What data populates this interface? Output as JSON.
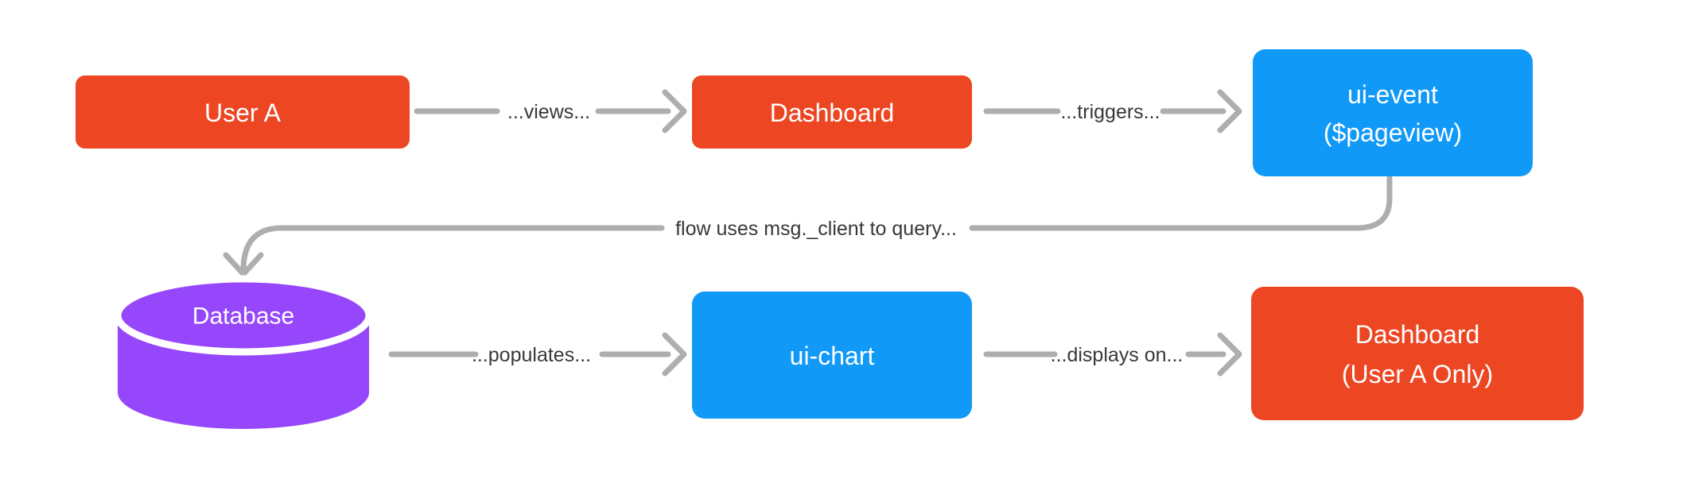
{
  "diagram": {
    "background": "#ffffff",
    "colors": {
      "orange": "#EC4623",
      "blue": "#1199F8",
      "purple": "#9747FB",
      "connector": "#AEAEAE",
      "edge_text": "#383838",
      "node_text": "#FFFFFF",
      "cylinder_divider": "#FFFFFF"
    },
    "nodes": {
      "user_a": {
        "label": "User A"
      },
      "dashboard": {
        "label": "Dashboard"
      },
      "ui_event": {
        "label_line1": "ui-event",
        "label_line2": "($pageview)"
      },
      "database": {
        "label": "Database"
      },
      "ui_chart": {
        "label": "ui-chart"
      },
      "dashboard_user_a": {
        "label_line1": "Dashboard",
        "label_line2": "(User A Only)"
      }
    },
    "connectors": {
      "views": {
        "label": "...views..."
      },
      "triggers": {
        "label": "...triggers..."
      },
      "query": {
        "label": "flow uses msg._client to query..."
      },
      "populates": {
        "label": "...populates..."
      },
      "displays_on": {
        "label": "...displays on..."
      }
    }
  }
}
